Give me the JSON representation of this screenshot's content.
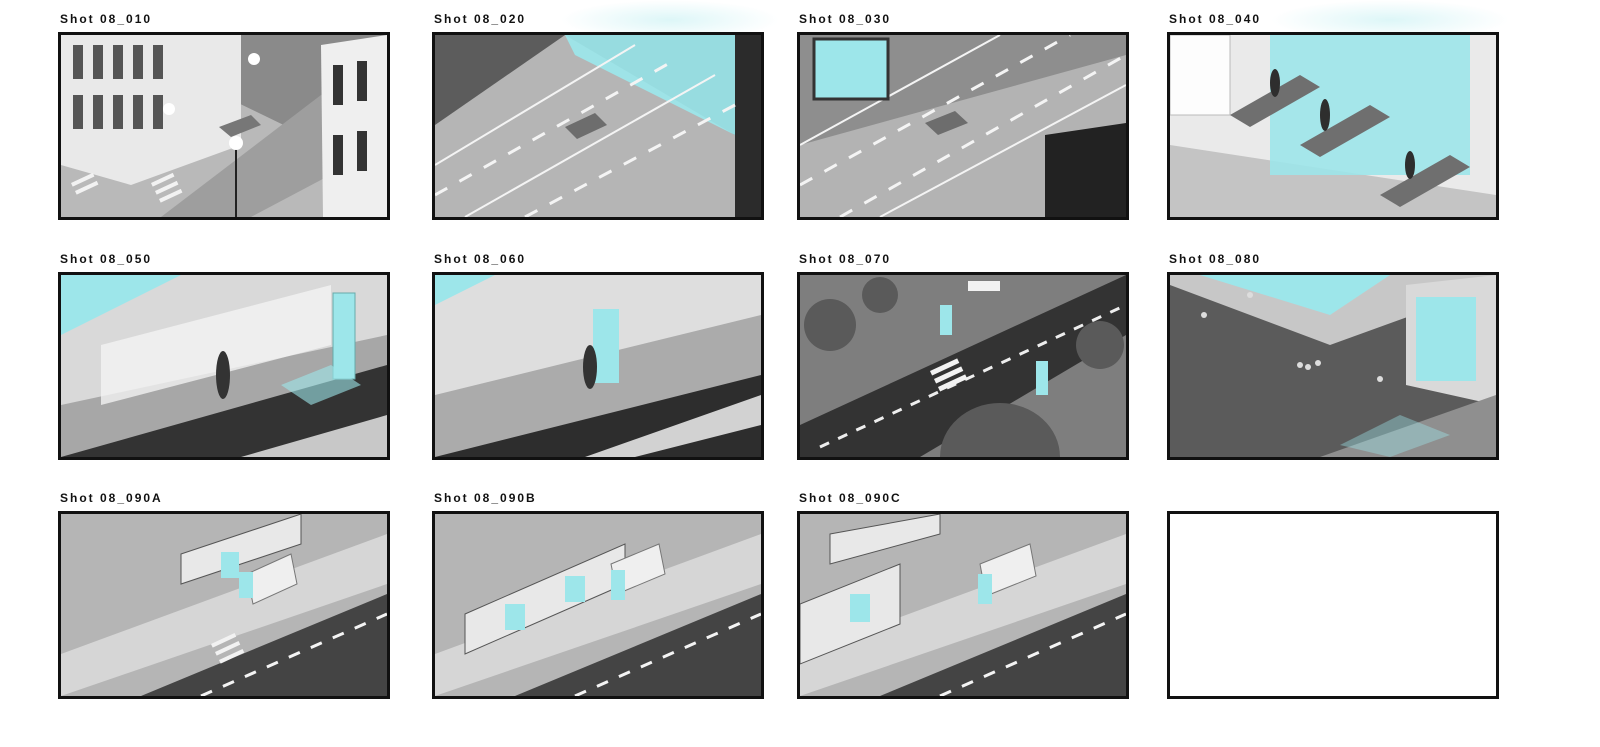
{
  "storyboard": {
    "shots": [
      {
        "label": "Shot 08_010"
      },
      {
        "label": "Shot 08_020"
      },
      {
        "label": "Shot 08_030"
      },
      {
        "label": "Shot 08_040"
      },
      {
        "label": "Shot 08_050"
      },
      {
        "label": "Shot 08_060"
      },
      {
        "label": "Shot 08_070"
      },
      {
        "label": "Shot 08_080"
      },
      {
        "label": "Shot 08_090A"
      },
      {
        "label": "Shot 08_090B"
      },
      {
        "label": "Shot 08_090C"
      },
      {
        "label": ""
      }
    ]
  },
  "colors": {
    "accent_cyan": "#9de6ea",
    "frame_border": "#111111",
    "background": "#ffffff"
  }
}
